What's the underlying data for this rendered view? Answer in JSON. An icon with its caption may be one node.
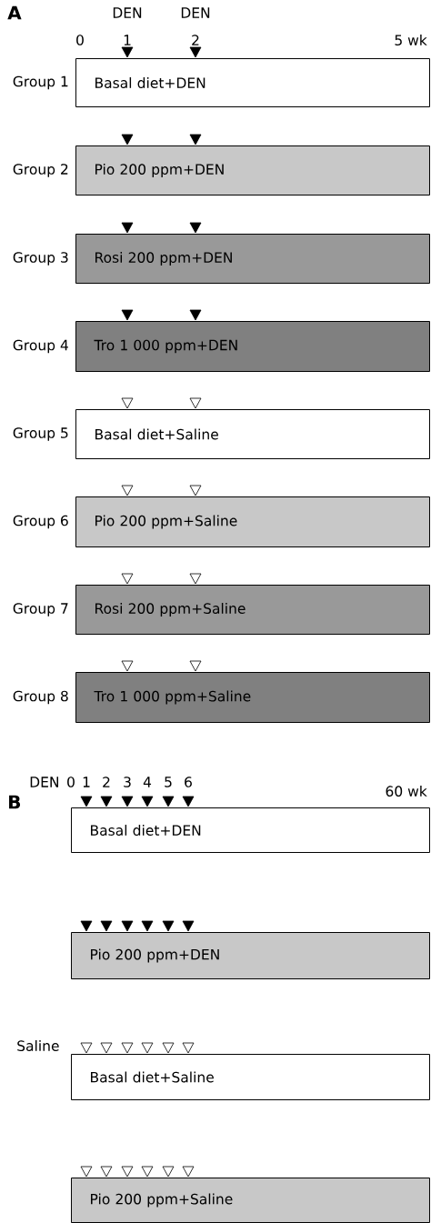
{
  "diagram": {
    "nodes": [
      {
        "text": [
          "Basal diet+DEN"
        ],
        "beside": [
          "Group 1"
        ]
      },
      {
        "text": [
          "Pio 200 ppm+DEN"
        ],
        "beside": [
          "Group 2"
        ]
      },
      {
        "text": [
          "Rosi 200 ppm+DEN"
        ],
        "beside": [
          "Group 3"
        ]
      },
      {
        "text": [
          "Tro 1 000 ppm+DEN"
        ],
        "beside": [
          "Group 4"
        ]
      },
      {
        "text": [
          "Basal diet+Saline"
        ],
        "beside": [
          "Group 5"
        ]
      },
      {
        "text": [
          "Pio 200 ppm+Saline"
        ],
        "beside": [
          "Group 6"
        ]
      },
      {
        "text": [
          "Rosi 200 ppm+Saline"
        ],
        "beside": [
          "Group 7"
        ]
      },
      {
        "text": [
          "Tro 1 000 ppm+Saline"
        ],
        "beside": [
          "Group 8"
        ]
      },
      {
        "text": [
          "Basal diet+DEN"
        ]
      },
      {
        "text": [
          "Pio 200 ppm+DEN"
        ]
      },
      {
        "text": [
          "Basal diet+Saline"
        ]
      },
      {
        "text": [
          "Pio 200 ppm+Saline"
        ]
      }
    ],
    "labels": [
      "A",
      "DEN",
      "DEN",
      "0",
      "1",
      "2",
      "5 wk",
      "B",
      "DEN",
      "0",
      "1",
      "2",
      "3",
      "4",
      "5",
      "6",
      "60 wk",
      "Saline"
    ]
  }
}
